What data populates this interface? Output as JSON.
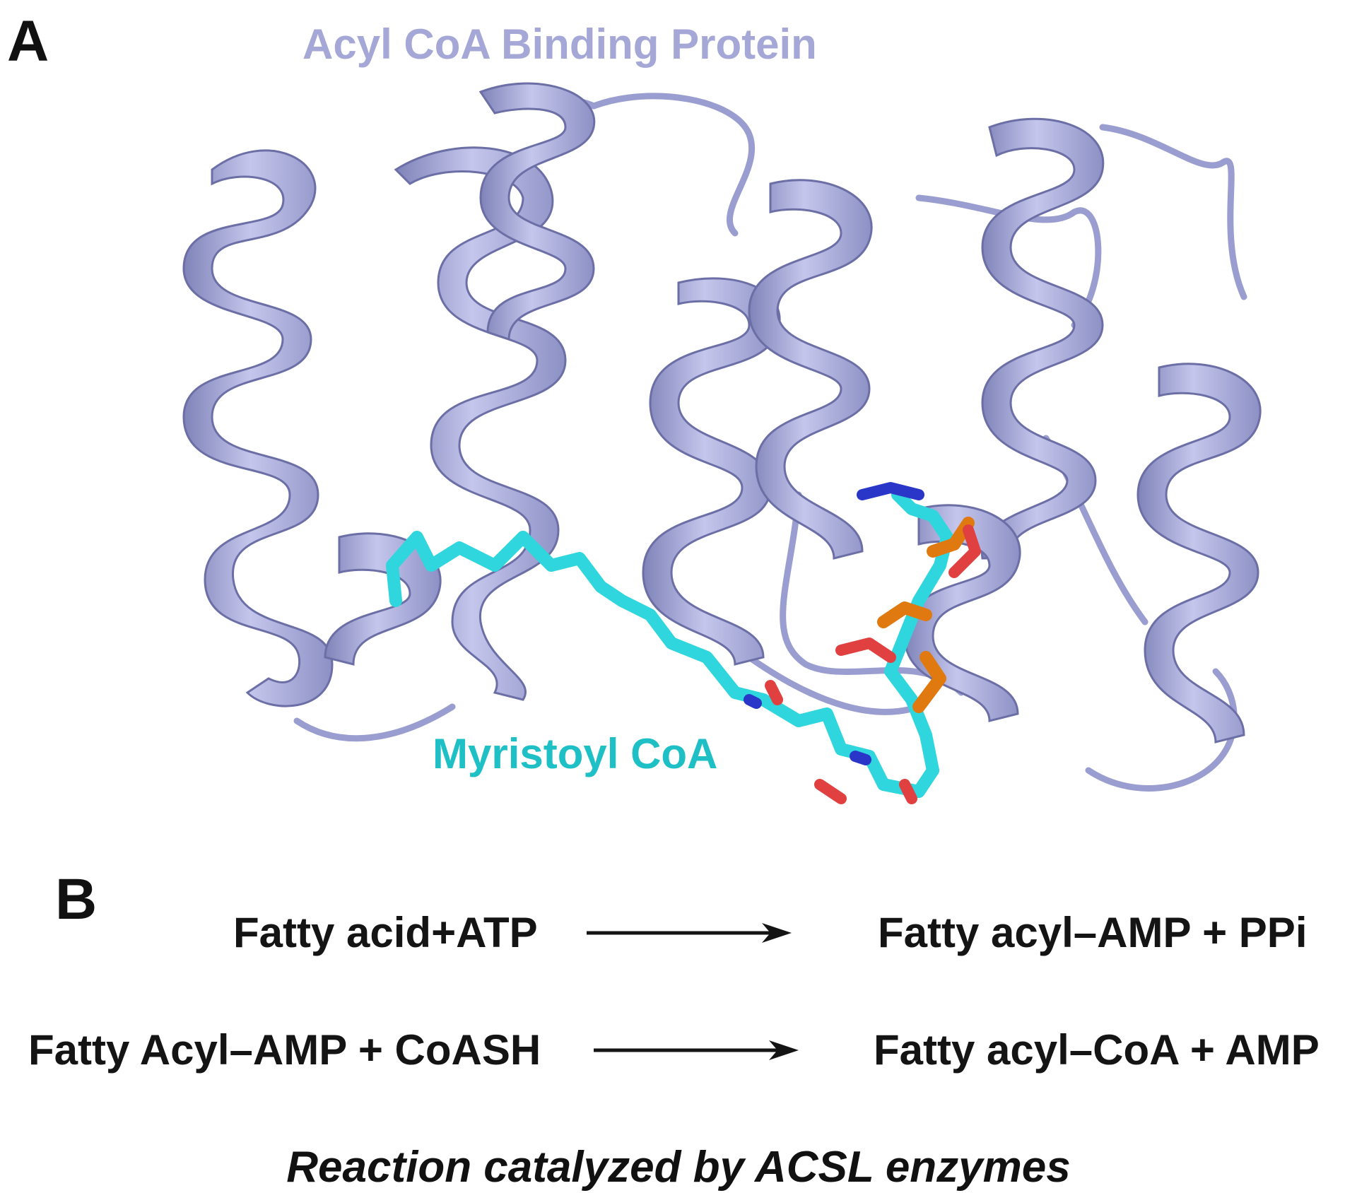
{
  "panel_a": {
    "letter": "A",
    "protein_label": "Acyl CoA Binding Protein",
    "ligand_label": "Myristoyl CoA",
    "colors": {
      "protein": "#a5a8d6",
      "protein_shade": "#7f83b8",
      "ligand_carbon": "#2fd6dd",
      "oxygen": "#e04040",
      "nitrogen": "#2a36c8",
      "phosphorus": "#e07a10"
    }
  },
  "panel_b": {
    "letter": "B",
    "reactions": [
      {
        "left": "Fatty acid+ATP",
        "right": "Fatty acyl–AMP + PPi"
      },
      {
        "left": "Fatty Acyl–AMP + CoASH",
        "right": "Fatty acyl–CoA + AMP"
      }
    ],
    "caption": "Reaction catalyzed by ACSL enzymes"
  }
}
